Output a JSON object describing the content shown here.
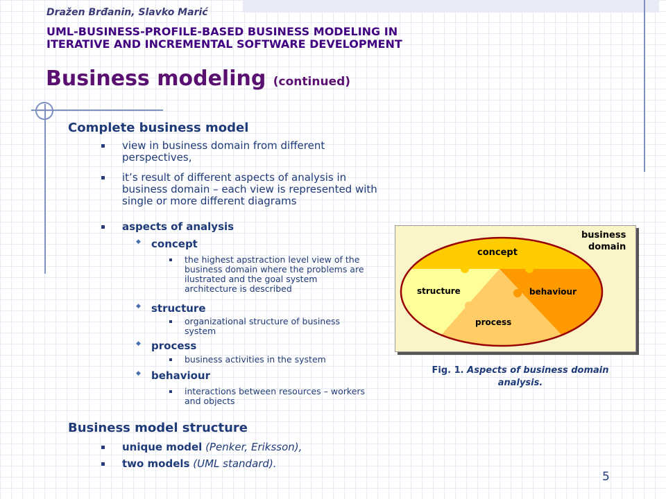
{
  "header": {
    "authors": "Dražen Brđanin, Slavko Marić",
    "paper_title_line1": "UML-BUSINESS-PROFILE-BASED BUSINESS MODELING IN",
    "paper_title_line2": "ITERATIVE AND INCREMENTAL SOFTWARE DEVELOPMENT",
    "slide_title": "Business modeling",
    "slide_title_suffix": "(continued)"
  },
  "section1": {
    "heading": "Complete business model",
    "bullets": [
      "view in business domain from different perspectives,",
      "it’s result of different aspects of analysis in business domain – each view is represented with single or more different diagrams"
    ],
    "aspects_heading": "aspects of analysis",
    "aspects": [
      {
        "label": "concept",
        "detail": "the highest apstraction level view of the business domain where the problems are ilustrated and the goal system architecture is described"
      },
      {
        "label": "structure",
        "detail": "organizational structure of business system"
      },
      {
        "label": "process",
        "detail": "business activities in the system"
      },
      {
        "label": "behaviour",
        "detail": "interactions between  resources – workers and objects"
      }
    ]
  },
  "section2": {
    "heading": "Business model structure",
    "item1_bold": "unique model",
    "item1_rest": "  (Penker, Eriksson),",
    "item2_bold": "two models",
    "item2_rest": " (UML standard)."
  },
  "figure": {
    "domain_label_line1": "business",
    "domain_label_line2": "domain",
    "piece_concept": "concept",
    "piece_structure": "structure",
    "piece_behaviour": "behaviour",
    "piece_process": "process",
    "caption_prefix": "Fig. 1.",
    "caption_text": "Aspects of business domain analysis.",
    "colors": {
      "concept": "#ffcc00",
      "structure": "#ffff99",
      "behaviour": "#ff9900",
      "process": "#ffcc66",
      "ellipse_border": "#990000"
    }
  },
  "footer": {
    "page_number": "5"
  }
}
